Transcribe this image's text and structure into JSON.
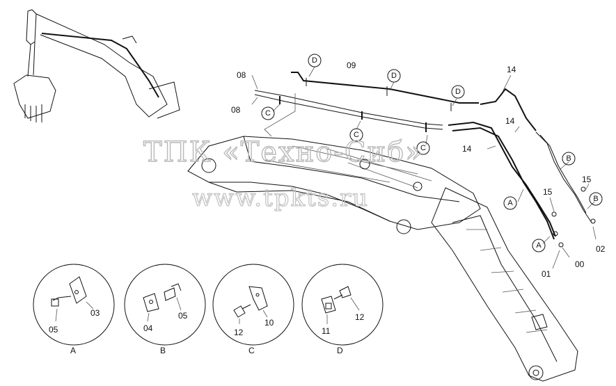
{
  "watermark": {
    "line1": "ТПК «Техно-Сиб»",
    "line2": "www.tpkts.ru"
  },
  "callouts": {
    "A": "A",
    "B": "B",
    "C": "C",
    "D": "D"
  },
  "part_labels": {
    "p08a": "08",
    "p08b": "08",
    "p09": "09",
    "p14a": "14",
    "p14b": "14",
    "p14c": "14",
    "p15a": "15",
    "p15b": "15",
    "p02": "02",
    "p00": "00",
    "p01": "01"
  },
  "details": [
    {
      "title": "A",
      "labels": [
        "05",
        "03"
      ]
    },
    {
      "title": "B",
      "labels": [
        "04",
        "05"
      ]
    },
    {
      "title": "C",
      "labels": [
        "12",
        "10"
      ]
    },
    {
      "title": "D",
      "labels": [
        "11",
        "12"
      ]
    }
  ]
}
